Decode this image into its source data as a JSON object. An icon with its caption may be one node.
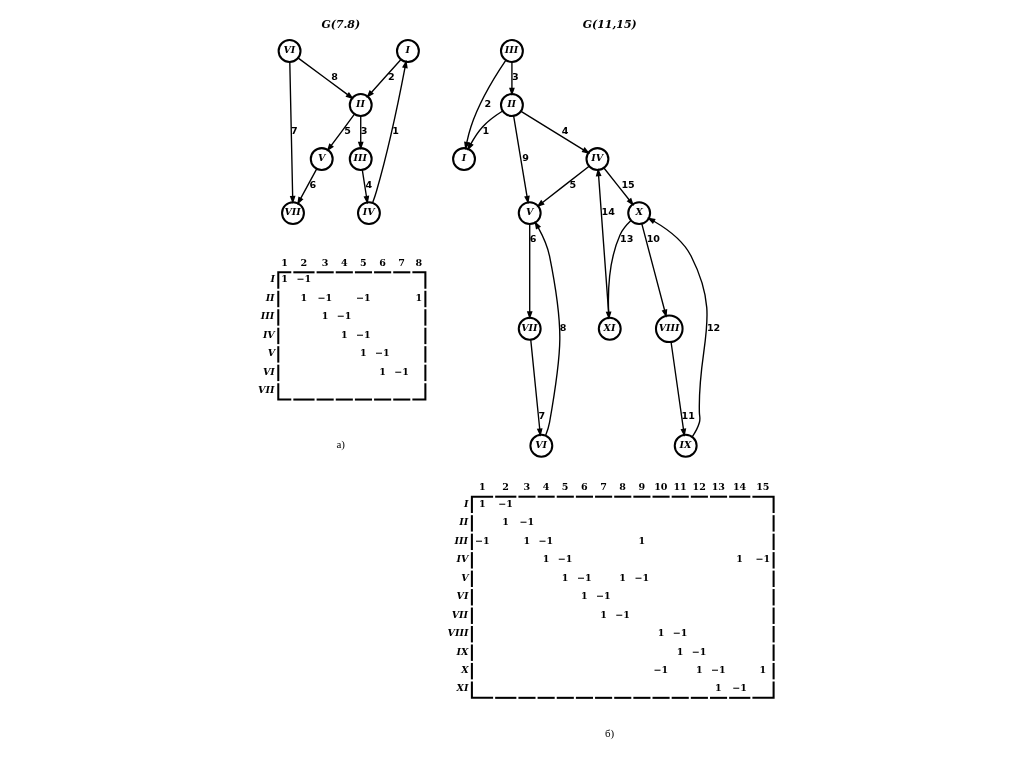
{
  "diagram": {
    "nodes": [
      {
        "text": [
          "I"
        ]
      },
      {
        "text": [
          "IV"
        ]
      },
      {
        "text": [
          "II"
        ]
      },
      {
        "text": [
          "III"
        ]
      },
      {
        "text": [
          "VI"
        ]
      },
      {
        "text": [
          "VII"
        ]
      },
      {
        "text": [
          "V"
        ]
      },
      {
        "text": [
          "III"
        ]
      },
      {
        "text": [
          "I"
        ]
      },
      {
        "text": [
          "II"
        ]
      },
      {
        "text": [
          "XI"
        ]
      },
      {
        "text": [
          "X"
        ]
      },
      {
        "text": [
          "IV"
        ]
      },
      {
        "text": [
          "V"
        ]
      },
      {
        "text": [
          "VI"
        ]
      },
      {
        "text": [
          "VII"
        ]
      },
      {
        "text": [
          "VIII"
        ]
      },
      {
        "text": [
          "IX"
        ]
      }
    ],
    "edges": [
      {
        "from": 1,
        "to": 0,
        "arrow": "to",
        "label": "1"
      },
      {
        "from": 0,
        "to": 2,
        "arrow": "to",
        "label": "2"
      },
      {
        "from": 2,
        "to": 3,
        "arrow": "to",
        "label": "3"
      },
      {
        "from": 3,
        "to": 1,
        "arrow": "to",
        "label": "4"
      },
      {
        "from": 2,
        "to": 6,
        "arrow": "to",
        "label": "5"
      },
      {
        "from": 6,
        "to": 5,
        "arrow": "to",
        "label": "6"
      },
      {
        "from": 4,
        "to": 5,
        "arrow": "to",
        "label": "7"
      },
      {
        "from": 4,
        "to": 2,
        "arrow": "to",
        "label": "8"
      },
      {
        "from": 9,
        "to": 8,
        "arrow": "to",
        "label": "1"
      },
      {
        "from": 7,
        "to": 8,
        "arrow": "to",
        "label": "2"
      },
      {
        "from": 7,
        "to": 9,
        "arrow": "to",
        "label": "3"
      },
      {
        "from": 9,
        "to": 12,
        "arrow": "to",
        "label": "4"
      },
      {
        "from": 12,
        "to": 13,
        "arrow": "to",
        "label": "5"
      },
      {
        "from": 13,
        "to": 15,
        "arrow": "to",
        "label": "6"
      },
      {
        "from": 15,
        "to": 14,
        "arrow": "to",
        "label": "7"
      },
      {
        "from": 14,
        "to": 13,
        "arrow": "to",
        "label": "8"
      },
      {
        "from": 9,
        "to": 13,
        "arrow": "to",
        "label": "9"
      },
      {
        "from": 11,
        "to": 16,
        "arrow": "to",
        "label": "10"
      },
      {
        "from": 16,
        "to": 17,
        "arrow": "to",
        "label": "11"
      },
      {
        "from": 17,
        "to": 11,
        "arrow": "to",
        "label": "12"
      },
      {
        "from": 11,
        "to": 10,
        "arrow": "to",
        "label": "13"
      },
      {
        "from": 10,
        "to": 12,
        "arrow": "to",
        "label": "14"
      },
      {
        "from": 12,
        "to": 11,
        "arrow": "to",
        "label": "15"
      }
    ],
    "labels": [
      "G(7.8)",
      "G(11,15)",
      "1",
      "2",
      "3",
      "4",
      "5",
      "6",
      "7",
      "8",
      "I",
      "1",
      "−1",
      "II",
      "1",
      "−1",
      "−1",
      "1",
      "III",
      "1",
      "−1",
      "IV",
      "1",
      "−1",
      "V",
      "1",
      "−1",
      "VI",
      "1",
      "−1",
      "VII",
      "1",
      "2",
      "3",
      "4",
      "5",
      "6",
      "7",
      "8",
      "9",
      "10",
      "11",
      "12",
      "13",
      "14",
      "15",
      "I",
      "1",
      "−1",
      "II",
      "1",
      "−1",
      "III",
      "−1",
      "1",
      "−1",
      "1",
      "IV",
      "1",
      "−1",
      "1",
      "−1",
      "V",
      "1",
      "−1",
      "1",
      "−1",
      "VI",
      "1",
      "−1",
      "VII",
      "1",
      "−1",
      "VIII",
      "1",
      "−1",
      "IX",
      "1",
      "−1",
      "X",
      "−1",
      "1",
      "−1",
      "1",
      "XI",
      "1",
      "−1",
      "а)",
      "б)"
    ]
  }
}
